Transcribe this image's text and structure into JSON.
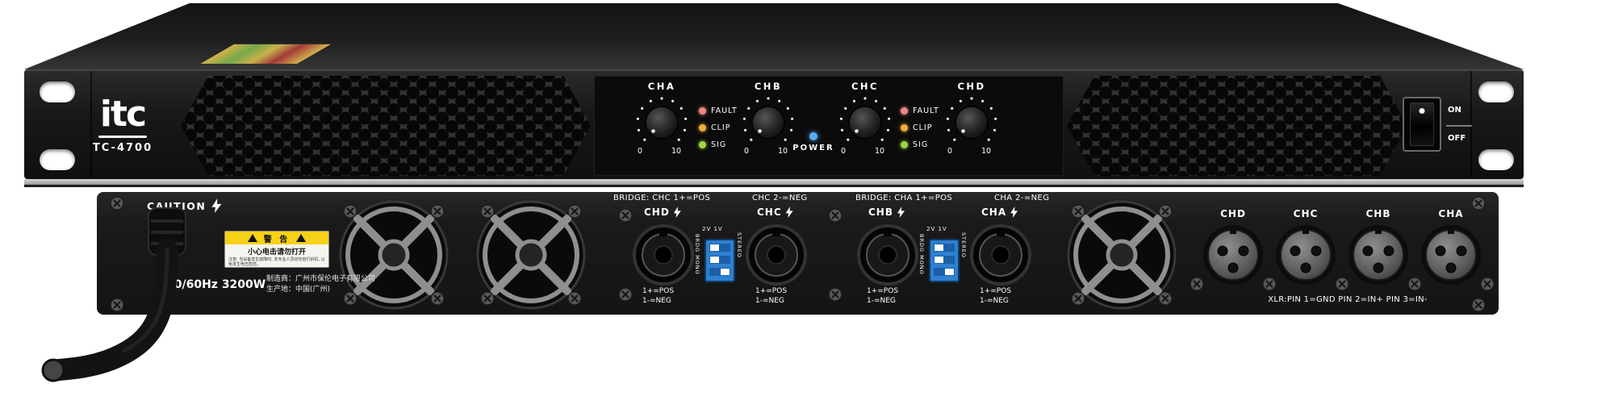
{
  "device": {
    "brand": "itc",
    "model": "TC-4700"
  },
  "front": {
    "channels": [
      "CHA",
      "CHB",
      "CHC",
      "CHD"
    ],
    "scale_min": "0",
    "scale_max": "10",
    "leds": [
      "FAULT",
      "CLIP",
      "SIG"
    ],
    "power_label": "POWER",
    "switch_on": "ON",
    "switch_off": "OFF"
  },
  "rear": {
    "caution": "CAUTION",
    "rating": "50/60Hz 3200W",
    "sticker": {
      "title": "警 告",
      "line": "小心电击请勿打开",
      "note": "注意: 当设备发生故障时, 非专业人员切勿自行拆机, 以免发生电击危险。"
    },
    "manufacturer_1": "制造商：广州市保伦电子有限公司",
    "manufacturer_2": "生产地：中国(广州)",
    "bridge_1a": "BRIDGE: CHC 1+=POS",
    "bridge_1b": "CHC 2-=NEG",
    "bridge_2a": "BRIDGE: CHA 1+=POS",
    "bridge_2b": "CHA 2-=NEG",
    "speakon_channels": [
      "CHD",
      "CHC",
      "CHB",
      "CHA"
    ],
    "polarity_pos": "1+=POS",
    "polarity_neg": "1-=NEG",
    "dip_top": "2V 1V",
    "dip_side": "STEREO",
    "dip_bottom": "BRDG MONO",
    "xlr_channels": [
      "CHD",
      "CHC",
      "CHB",
      "CHA"
    ],
    "xlr_note": "XLR:PIN 1=GND PIN 2=IN+ PIN 3=IN-"
  },
  "colors": {
    "fault_led": "#ef8686",
    "clip_led": "#f2a93c",
    "sig_led": "#9ed544",
    "power_led": "#57aef5",
    "dip_switch": "#2f80d0",
    "warning_yellow": "#f7d117",
    "chassis": "#161616"
  }
}
